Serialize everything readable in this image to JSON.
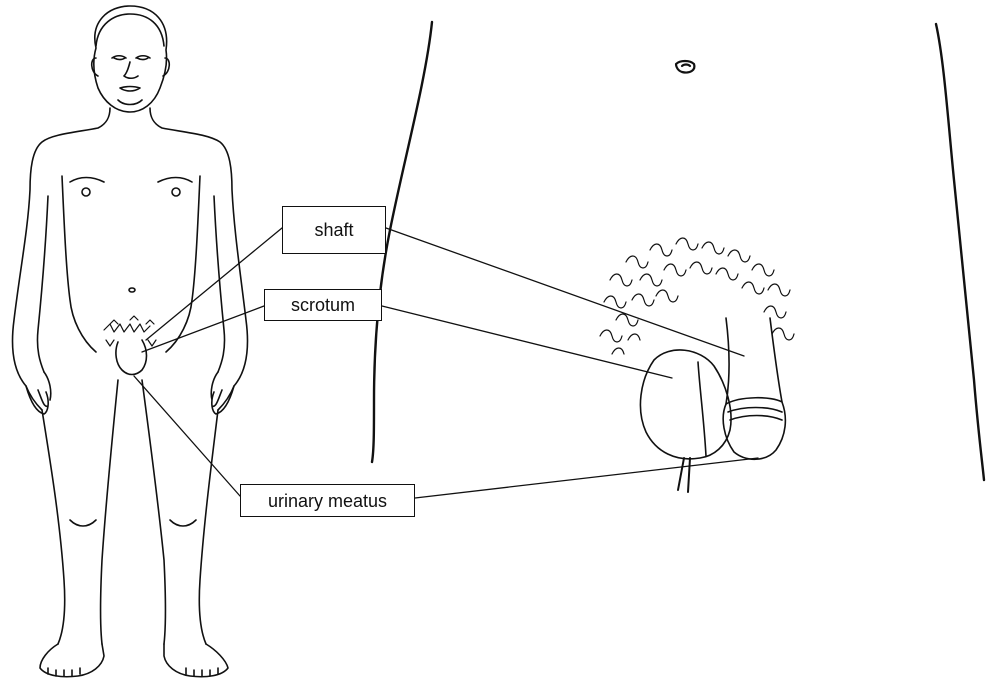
{
  "labels": {
    "shaft": "shaft",
    "scrotum": "scrotum",
    "meatus": "urinary meatus"
  },
  "colors": {
    "line": "#111111",
    "background": "#ffffff"
  }
}
